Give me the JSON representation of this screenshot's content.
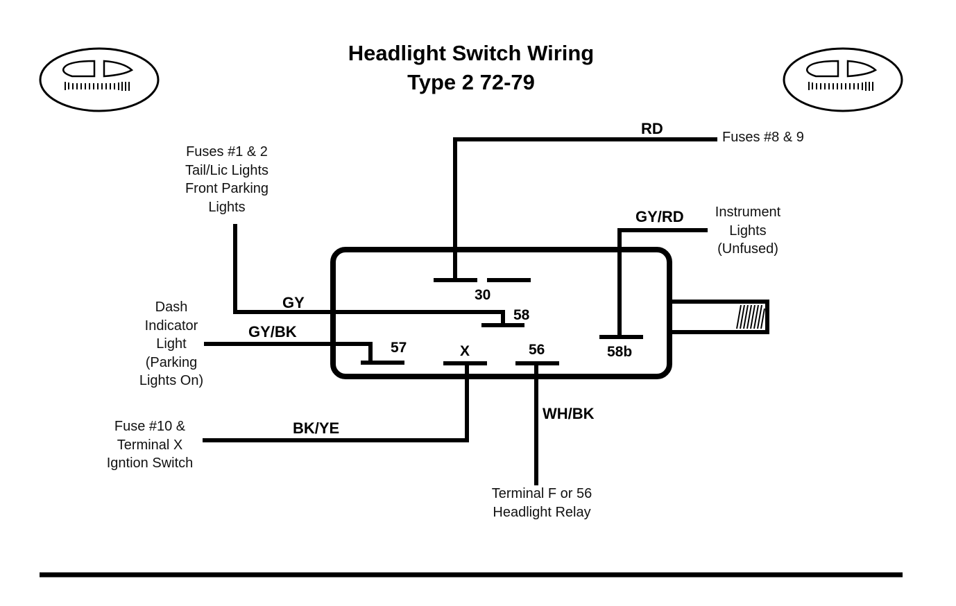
{
  "title": {
    "line1": "Headlight Switch Wiring",
    "line2": "Type 2 72-79"
  },
  "emblems": [
    {
      "name": "headlight-emblem-left",
      "icon": "headlight-icon"
    },
    {
      "name": "headlight-emblem-right",
      "icon": "headlight-icon"
    }
  ],
  "switch": {
    "terminals": {
      "t30": "30",
      "t58": "58",
      "t57": "57",
      "tx": "X",
      "t56": "56",
      "t58b": "58b"
    }
  },
  "wires": {
    "rd": "RD",
    "gy_rd": "GY/RD",
    "gy": "GY",
    "gy_bk": "GY/BK",
    "bk_ye": "BK/YE",
    "wh_bk": "WH/BK"
  },
  "destinations": {
    "fuses_8_9": "Fuses #8 & 9",
    "instrument": [
      "Instrument",
      "Lights",
      "(Unfused)"
    ],
    "fuses_1_2": [
      "Fuses #1 & 2",
      "Tail/Lic Lights",
      "Front Parking",
      "Lights"
    ],
    "dash": [
      "Dash",
      "Indicator",
      "Light",
      "(Parking",
      "Lights On)"
    ],
    "fuse_10": [
      "Fuse #10 &",
      "Terminal X",
      "Igntion Switch"
    ],
    "relay": [
      "Terminal F or 56",
      "Headlight Relay"
    ]
  }
}
